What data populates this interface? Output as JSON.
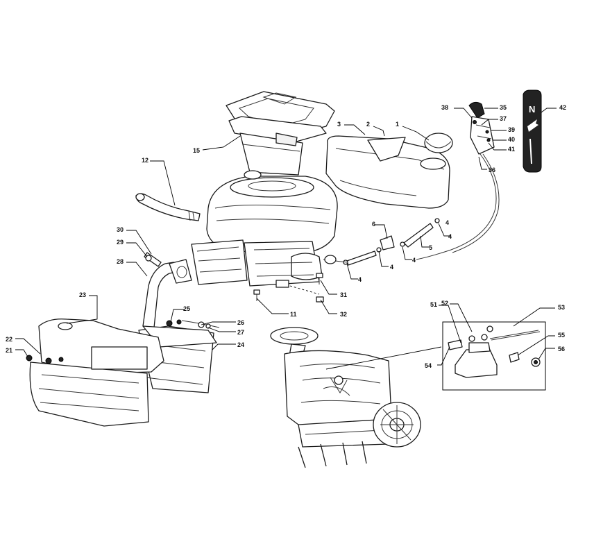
{
  "callouts": {
    "c1": "1",
    "c2": "2",
    "c3": "3",
    "c4a": "4",
    "c4b": "4",
    "c4c": "4",
    "c4d": "4",
    "c4e": "4",
    "c5": "5",
    "c6": "6",
    "c11": "11",
    "c12": "12",
    "c15": "15",
    "c21": "21",
    "c22": "22",
    "c23": "23",
    "c24": "24",
    "c25": "25",
    "c26": "26",
    "c27": "27",
    "c28": "28",
    "c29": "29",
    "c30": "30",
    "c31": "31",
    "c32": "32",
    "c35": "35",
    "c36": "36",
    "c37": "37",
    "c38": "38",
    "c39": "39",
    "c40": "40",
    "c41": "41",
    "c42": "42",
    "c51": "51",
    "c52": "52",
    "c53": "53",
    "c54": "54",
    "c55": "55",
    "c56": "56"
  },
  "plate_symbol": "N"
}
